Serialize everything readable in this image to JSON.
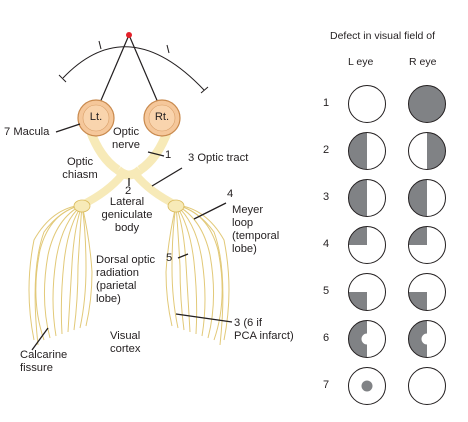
{
  "labels": {
    "left_eye": "Lt.",
    "right_eye": "Rt.",
    "macula": "7 Macula",
    "optic_nerve_1": "Optic",
    "optic_nerve_2": "nerve",
    "lesion_1": "1",
    "optic_tract": "3  Optic tract",
    "optic_chiasm_1": "Optic",
    "optic_chiasm_2": "chiasm",
    "lesion_2": "2",
    "lgb_1": "Lateral",
    "lgb_2": "geniculate",
    "lgb_3": "body",
    "lesion_4": "4",
    "meyer_1": "Meyer",
    "meyer_2": "loop",
    "meyer_3": "(temporal",
    "meyer_4": "lobe)",
    "dorsal_1": "Dorsal optic",
    "dorsal_2": "radiation",
    "dorsal_3": "(parietal",
    "dorsal_4": "lobe)",
    "lesion_5": "5",
    "lesion_3_1": "3 (6 if",
    "lesion_3_2": "PCA infarct)",
    "visual_cortex_1": "Visual",
    "visual_cortex_2": "cortex",
    "calcarine_1": "Calcarine",
    "calcarine_2": "fissure"
  },
  "table": {
    "title": "Defect in visual field of",
    "left_header": "L eye",
    "right_header": "R eye",
    "rows": [
      {
        "number": "1",
        "left_defect": "none",
        "right_defect": "full"
      },
      {
        "number": "2",
        "left_defect": "left-half",
        "right_defect": "right-half"
      },
      {
        "number": "3",
        "left_defect": "left-half",
        "right_defect": "left-half"
      },
      {
        "number": "4",
        "left_defect": "upper-left-quadrant",
        "right_defect": "upper-left-quadrant"
      },
      {
        "number": "5",
        "left_defect": "lower-left-quadrant",
        "right_defect": "lower-left-quadrant"
      },
      {
        "number": "6",
        "left_defect": "left-half-macular-sparing",
        "right_defect": "left-half-macular-sparing"
      },
      {
        "number": "7",
        "left_defect": "central-scotoma",
        "right_defect": "none"
      }
    ]
  },
  "colors": {
    "defect_fill": "#808285",
    "pathway": "#f7eab8",
    "pathway_stroke": "#d9b95a",
    "eye_fill": "#f5c79a",
    "eye_stroke": "#c98a4e",
    "fixation_point": "#e4212a"
  }
}
